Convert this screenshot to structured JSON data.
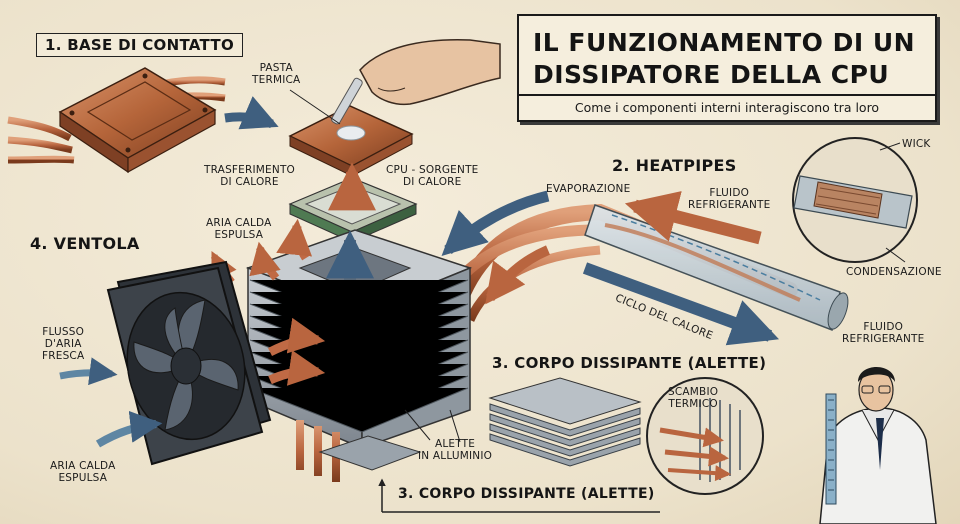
{
  "title": {
    "line1": "IL FUNZIONAMENTO DI UN",
    "line2": "DISSIPATORE DELLA CPU"
  },
  "subtitle": "Come i componenti interni interagiscono tra loro",
  "sections": {
    "base": "1. BASE DI CONTATTO",
    "heatpipes": "2. HEATPIPES",
    "body_right": "3. CORPO DISSIPANTE (ALETTE)",
    "body_bottom": "3. CORPO DISSIPANTE (ALETTE)",
    "fan": "4. VENTOLA"
  },
  "labels": {
    "pasta": [
      "PASTA",
      "TERMICA"
    ],
    "trasferimento": [
      "TRASFERIMENTO",
      "DI CALORE"
    ],
    "cpu": [
      "CPU - SORGENTE",
      "DI CALORE"
    ],
    "aria_top": [
      "ARIA CALDA",
      "ESPULSA"
    ],
    "evaporazione": "EVAPORAZIONE",
    "fluido_top": [
      "FLUIDO",
      "REFRIGERANTE"
    ],
    "wick": "WICK",
    "condensazione": "CONDENSAZIONE",
    "ciclo": "CICLO DEL CALORE",
    "fluido_bottom": [
      "FLUIDO",
      "REFRIGERANTE"
    ],
    "flusso": [
      "FLUSSO",
      "D'ARIA",
      "FRESCA"
    ],
    "aria_bottom": [
      "ARIA CALDA",
      "ESPULSA"
    ],
    "alette": [
      "ALETTE",
      "IN ALLUMINIO"
    ],
    "scambio": [
      "SCAMBIO",
      "TERMICO"
    ]
  },
  "colors": {
    "copper": "#b5653a",
    "aluminum": "#9aa3ab",
    "arrow_blue": "#3f5f7f",
    "arrow_copper": "#b9653f",
    "ink": "#1b1b1b"
  }
}
